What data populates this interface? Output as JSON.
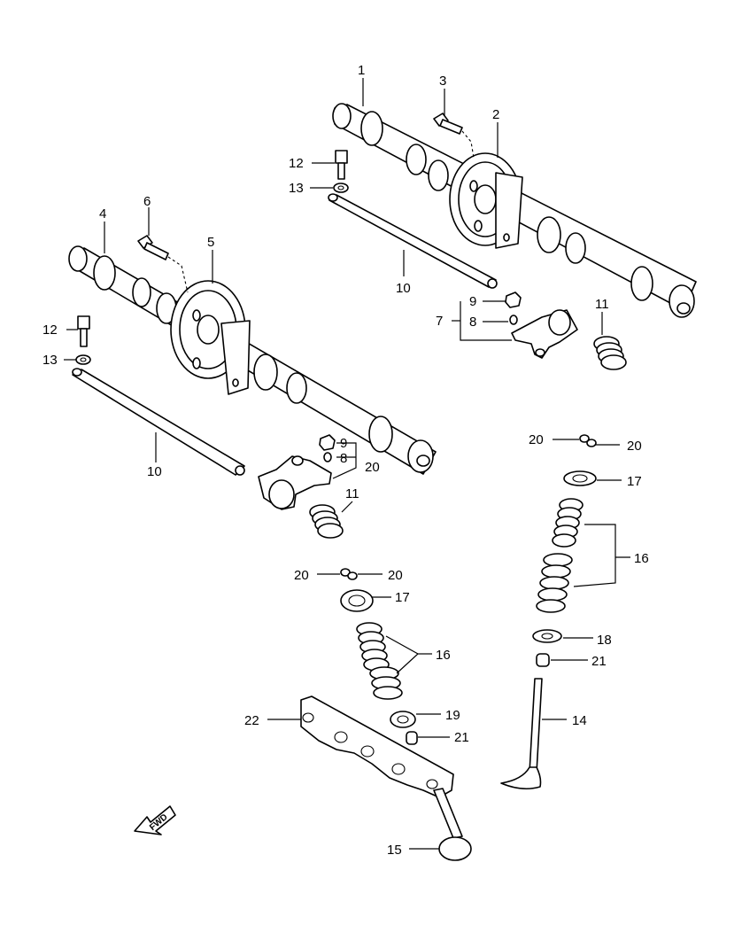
{
  "callouts": {
    "c1": "1",
    "c2": "2",
    "c3": "3",
    "c4": "4",
    "c5": "5",
    "c6": "6",
    "c7": "7",
    "c8a": "8",
    "c8b": "8",
    "c9a": "9",
    "c9b": "9",
    "c10a": "10",
    "c10b": "10",
    "c11a": "11",
    "c11b": "11",
    "c12a": "12",
    "c12b": "12",
    "c13a": "13",
    "c13b": "13",
    "c14": "14",
    "c15": "15",
    "c16a": "16",
    "c16b": "16",
    "c17a": "17",
    "c17b": "17",
    "c18": "18",
    "c19": "19",
    "c20a": "20",
    "c20b": "20",
    "c20c": "20",
    "c20d": "20",
    "c20e": "20",
    "c21a": "21",
    "c21b": "21",
    "c22": "22"
  },
  "fwd_marker": "FWD"
}
